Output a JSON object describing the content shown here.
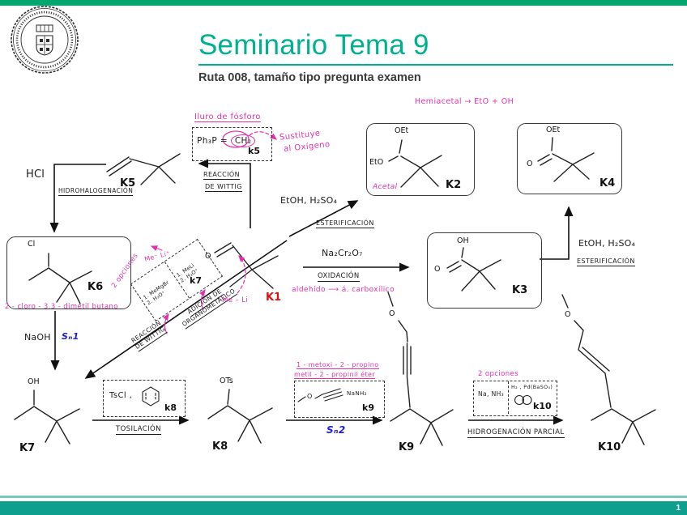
{
  "slide": {
    "title": "Seminario Tema 9",
    "subtitle": "Ruta 008, tamaño tipo pregunta examen",
    "page_number": "1"
  },
  "colors": {
    "accent_green": "#00B18F",
    "top_bar_green": "#00A870",
    "bottom_bar_teal": "#0E9F8F",
    "annotation_pink": "#E331AE",
    "k1_red": "#E21111",
    "sn_blue": "#2020D8"
  },
  "icons": {
    "university_seal": "circular-seal-logo",
    "pyridine_ring": "hexagon-ring",
    "quinoline": "fused-double-ring"
  },
  "notes_pink": {
    "hemiacetal": "Hemiacetal → EtO + OH",
    "iluro": "Iluro de fósforo",
    "sustituye_1": "Sustituye",
    "sustituye_2": "al Oxígeno",
    "acetal": "Acetal",
    "cloro_name": "2 - cloro - 3,3 - dimetil butano",
    "opciones_k7": "2 opciones",
    "me_li_ion": "Me⁻ Li⁺",
    "me_li": "Me – Li",
    "aldehido": "aldehído  ⟶  á. carboxílico",
    "metoxi_1": "1 - metoxi - 2 - propino",
    "metoxi_2": "metil - 2 - propinil éter",
    "opciones_k10": "2 opciones"
  },
  "reactions": {
    "hcl": {
      "reagent": "HCl",
      "name": "HIDROHALOGENACIÓN"
    },
    "wittig": {
      "name_1": "REACCIÓN",
      "name_2": "DE WITTIG"
    },
    "naoh": {
      "reagent": "NaOH",
      "sn": "Sₙ1"
    },
    "diagonal": {
      "label_1a": "REACCIÓN",
      "label_1b": "DE WITTIG",
      "label_2a": "ADICIÓN DE",
      "label_2b": "ORGANOMETÁLICO"
    },
    "esterif_k2": {
      "reagent": "EtOH, H₂SO₄",
      "name": "ESTERIFICACIÓN"
    },
    "oxidation": {
      "reagent": "Na₂Cr₂O₇",
      "name": "OXIDACIÓN"
    },
    "esterif_k4": {
      "reagent": "EtOH, H₂SO₄",
      "name": "ESTERIFICACIÓN"
    },
    "tosylation": {
      "name": "TOSILACIÓN"
    },
    "sn2": {
      "sn": "Sₙ2"
    },
    "hydrogenation": {
      "name": "HIDROGENACIÓN   PARCIAL"
    }
  },
  "reagent_boxes": {
    "k5": {
      "label": "k5",
      "formula_left": "Ph₃P =",
      "formula_ch2": "CH₂"
    },
    "k7": {
      "label": "k7",
      "opt1_1": "1. MeMgBr",
      "opt1_2": "2. H₃O⁺",
      "opt2_1": "1. MeLi",
      "opt2_2": "2. H₃O⁺"
    },
    "k8": {
      "label": "k8",
      "formula": "TsCl ,"
    },
    "k9": {
      "label": "k9",
      "atom_o": "O",
      "reagent": "NaNH₂"
    },
    "k10": {
      "label": "k10",
      "opt1": "Na, NH₃",
      "opt2": "H₂ , Pd(BaSO₄)"
    }
  },
  "compounds": {
    "k1": {
      "label": "K1",
      "atom_o": "O"
    },
    "k2": {
      "label": "K2",
      "atom_oet": "OEt",
      "atom_eto": "EtO"
    },
    "k3": {
      "label": "K3",
      "atom_oh": "OH",
      "atom_o": "O"
    },
    "k4": {
      "label": "K4",
      "atom_oet": "OEt",
      "atom_o": "O"
    },
    "k5": {
      "label": "K5"
    },
    "k6": {
      "label": "K6",
      "atom_cl": "Cl"
    },
    "k7": {
      "label": "K7",
      "atom_oh": "OH"
    },
    "k8": {
      "label": "K8",
      "atom_ots": "OTs"
    },
    "k9": {
      "label": "K9",
      "atom_o": "O"
    },
    "k10": {
      "label": "K10",
      "atom_o": "O"
    }
  }
}
